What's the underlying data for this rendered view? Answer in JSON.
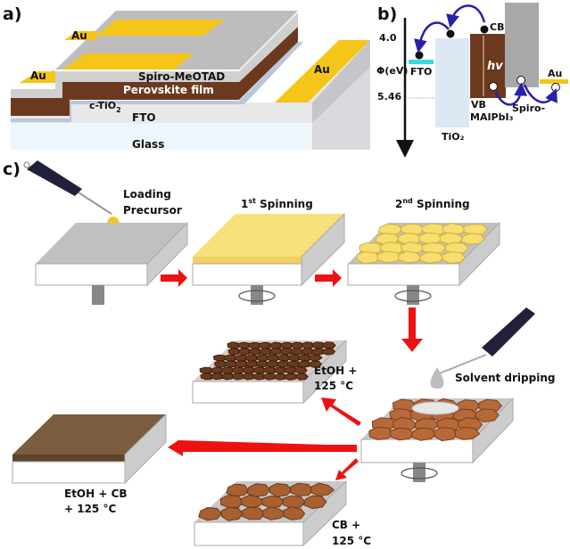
{
  "panels": {
    "a": {
      "label": "a)",
      "layers": {
        "au1": "Au",
        "au2": "Au",
        "au3": "Au",
        "spiro": "Spiro-MeOTAD",
        "perovskite": "Perovskite film",
        "tio2_prefix": "c-TiO",
        "tio2_sub": "2",
        "fto": "FTO",
        "glass": "Glass"
      }
    },
    "b": {
      "label": "b)",
      "axis_label": "Φ(eV)",
      "ticks": [
        "4.0",
        "5.46"
      ],
      "labels": {
        "fto": "FTO",
        "tio2": "TiO₂",
        "cb": "CB",
        "vb": "VB",
        "hv": "hv",
        "mapbi": "MAIPbI₃",
        "spiro": "Spiro-",
        "au": "Au"
      }
    },
    "c": {
      "label": "c)",
      "steps": {
        "loading": [
          "Loading",
          "Precursor"
        ],
        "spin1_num": "1",
        "spin1_sup": "st",
        "spin1_text": " Spinning",
        "spin2_num": "2",
        "spin2_sup": "nd",
        "spin2_text": " Spinning",
        "solvent": "Solvent dripping",
        "etoh": [
          "EtOH +",
          "125 °C"
        ],
        "etoh_cb": [
          "EtOH + CB",
          "+ 125 °C"
        ],
        "cb": [
          "CB +",
          "125 °C"
        ]
      }
    }
  },
  "colors": {
    "gold": "#f5c518",
    "perovskite": "#6b3a1e",
    "spiro_gray": "#c8c8c8",
    "fto": "#e3e3e3",
    "glass": "#eef5fb",
    "arrow_red": "#ee1111",
    "electron_arrow": "#2a1fa8",
    "tio2": "#dce8f4",
    "fto_band": "#33dddd"
  }
}
